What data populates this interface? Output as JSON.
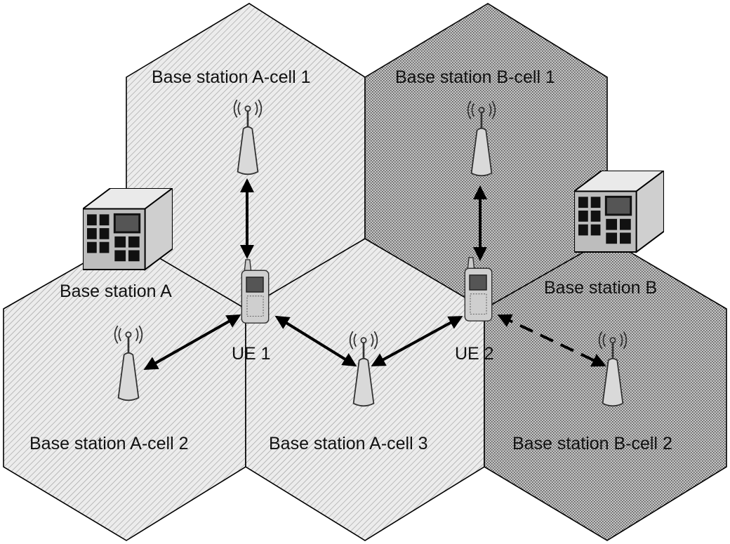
{
  "colors": {
    "cell_a_fill": "#e8e8e8",
    "cell_b_fill": "#b0b0b0",
    "hatch_light": "#9a9a9a",
    "dot_dark": "#555555",
    "line": "#000000"
  },
  "cells": [
    {
      "id": "a-cell-1",
      "label": "Base station A-cell 1",
      "group": "A"
    },
    {
      "id": "b-cell-1",
      "label": "Base station B-cell 1",
      "group": "B"
    },
    {
      "id": "a-cell-2",
      "label": "Base station A-cell 2",
      "group": "A"
    },
    {
      "id": "a-cell-3",
      "label": "Base station A-cell 3",
      "group": "A"
    },
    {
      "id": "b-cell-2",
      "label": "Base station B-cell 2",
      "group": "B"
    }
  ],
  "base_stations": [
    {
      "id": "bs-a",
      "label": "Base station A"
    },
    {
      "id": "bs-b",
      "label": "Base station B"
    }
  ],
  "user_equipment": [
    {
      "id": "ue1",
      "label": "UE 1"
    },
    {
      "id": "ue2",
      "label": "UE 2"
    }
  ],
  "icons": {
    "antenna": "cell-tower-antenna-icon",
    "base_station": "base-station-cabinet-icon",
    "ue": "mobile-phone-icon",
    "signal": "radio-waves-icon"
  },
  "links": [
    {
      "from": "ue1",
      "to": "a-cell-1",
      "style": "solid"
    },
    {
      "from": "ue1",
      "to": "a-cell-2",
      "style": "solid"
    },
    {
      "from": "ue1",
      "to": "a-cell-3",
      "style": "solid"
    },
    {
      "from": "ue2",
      "to": "a-cell-3",
      "style": "solid"
    },
    {
      "from": "ue2",
      "to": "b-cell-1",
      "style": "solid"
    },
    {
      "from": "ue2",
      "to": "b-cell-2",
      "style": "dashed"
    }
  ]
}
